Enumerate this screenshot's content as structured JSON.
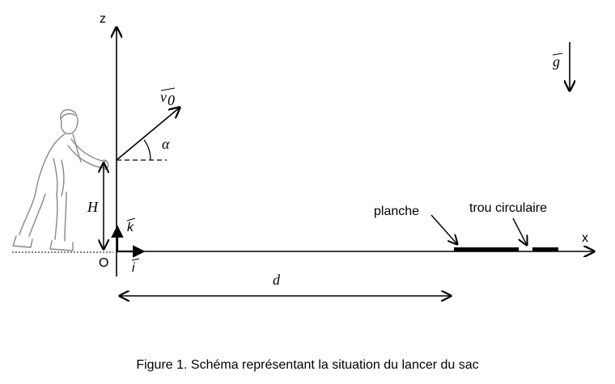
{
  "diagram": {
    "axis_z": "z",
    "axis_x": "x",
    "origin": "O",
    "unit_i": "i",
    "unit_k": "k",
    "v0": "v",
    "v0_sub": "0",
    "gravity": "g",
    "angle": "α",
    "height": "H",
    "distance": "d",
    "planche": "planche",
    "trou": "trou circulaire"
  },
  "caption": "Figure 1. Schéma représentant la situation du lancer du sac"
}
